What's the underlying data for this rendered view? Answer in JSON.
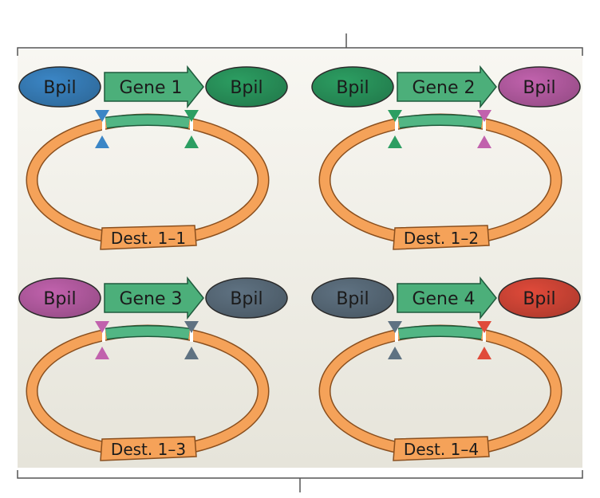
{
  "colors": {
    "panel_bg_light": "#f8f7f2",
    "panel_bg_dark": "#e6e4da",
    "plasmid": "#f5a259",
    "insert": "#52b684",
    "arrow": "#4caf7a",
    "blue": "#3b86c6",
    "green": "#2c9e62",
    "magenta": "#c162ad",
    "slate": "#5f7282",
    "red": "#e04a3a"
  },
  "constructs": [
    {
      "gene_label": "Gene 1",
      "left_site": {
        "label": "Bpil",
        "color": "blue"
      },
      "right_site": {
        "label": "Bpil",
        "color": "green"
      },
      "destination": "Dest. 1–1"
    },
    {
      "gene_label": "Gene 2",
      "left_site": {
        "label": "Bpil",
        "color": "green"
      },
      "right_site": {
        "label": "Bpil",
        "color": "magenta"
      },
      "destination": "Dest. 1–2"
    },
    {
      "gene_label": "Gene 3",
      "left_site": {
        "label": "Bpil",
        "color": "magenta"
      },
      "right_site": {
        "label": "Bpil",
        "color": "slate"
      },
      "destination": "Dest. 1–3"
    },
    {
      "gene_label": "Gene 4",
      "left_site": {
        "label": "Bpil",
        "color": "slate"
      },
      "right_site": {
        "label": "Bpil",
        "color": "red"
      },
      "destination": "Dest. 1–4"
    }
  ]
}
